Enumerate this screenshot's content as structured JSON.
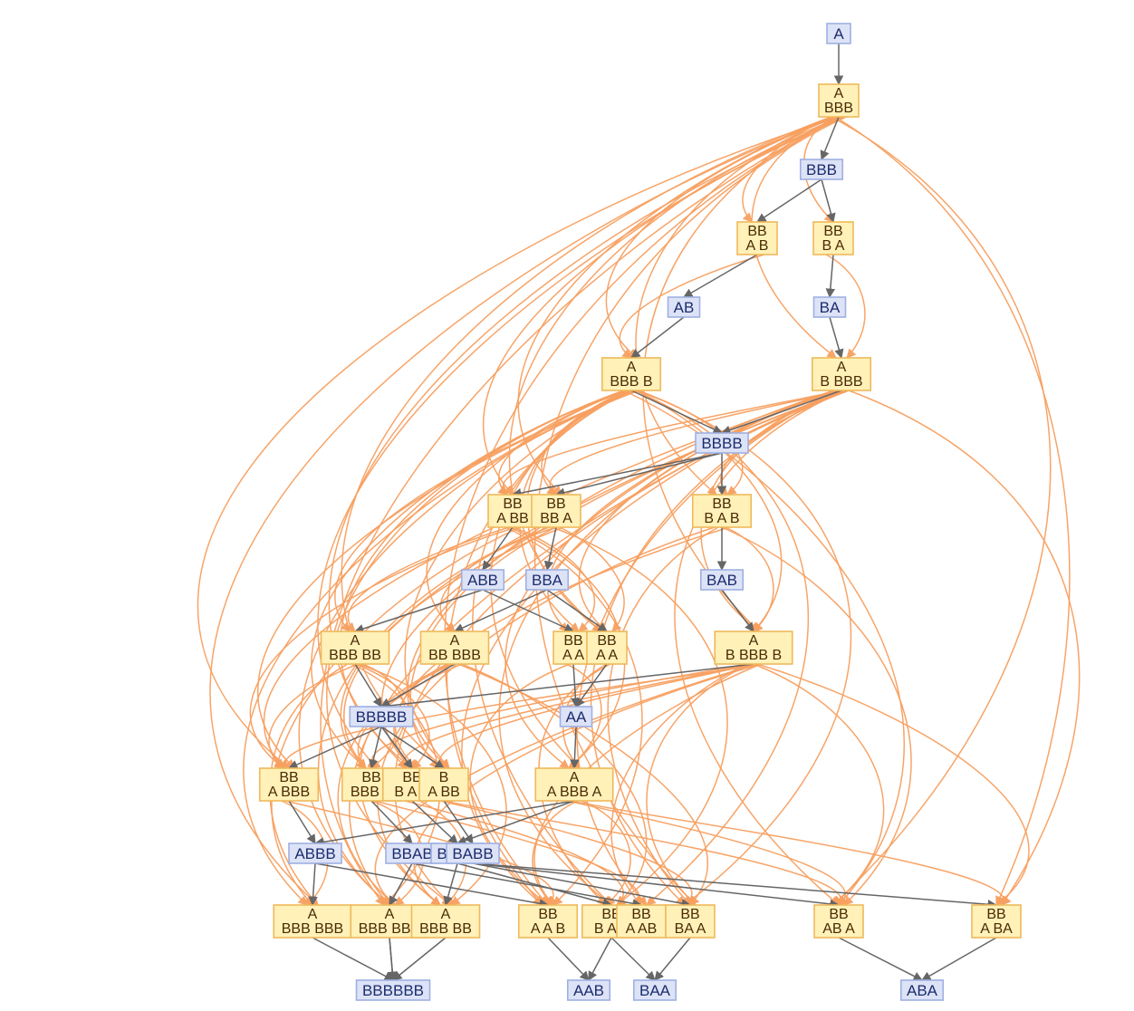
{
  "colors": {
    "state_fill": "#dde3f6",
    "state_stroke": "#9fb0e3",
    "state_text": "#1c2c6e",
    "event_fill": "#fff1b8",
    "event_stroke": "#efb95a",
    "event_text": "#4a2a05",
    "causal_edge": "#f7a060",
    "state_edge": "#666666"
  },
  "state_nodes": [
    {
      "id": "s_A",
      "label": "A"
    },
    {
      "id": "s_BBB",
      "label": "BBB"
    },
    {
      "id": "s_AB",
      "label": "AB"
    },
    {
      "id": "s_BA",
      "label": "BA"
    },
    {
      "id": "s_BBBB",
      "label": "BBBB"
    },
    {
      "id": "s_ABB",
      "label": "ABB"
    },
    {
      "id": "s_BBA",
      "label": "BBA"
    },
    {
      "id": "s_BAB",
      "label": "BAB"
    },
    {
      "id": "s_BBBBB",
      "label": "BBBBB"
    },
    {
      "id": "s_AA",
      "label": "AA"
    },
    {
      "id": "s_ABBB",
      "label": "ABBB"
    },
    {
      "id": "s_BBAB",
      "label": "BBAB"
    },
    {
      "id": "s_BBBA",
      "label": "BBBA"
    },
    {
      "id": "s_BABB",
      "label": "BABB"
    },
    {
      "id": "s_BBBBBB",
      "label": "BBBBBB"
    },
    {
      "id": "s_AAB",
      "label": "AAB"
    },
    {
      "id": "s_BAA",
      "label": "BAA"
    },
    {
      "id": "s_ABA",
      "label": "ABA"
    }
  ],
  "event_nodes": [
    {
      "id": "e1",
      "lines": [
        "A",
        "BBB"
      ]
    },
    {
      "id": "e2",
      "lines": [
        "BB",
        "A B"
      ]
    },
    {
      "id": "e3",
      "lines": [
        "BB",
        "B A"
      ]
    },
    {
      "id": "e4",
      "lines": [
        "A",
        "BBB B"
      ]
    },
    {
      "id": "e5",
      "lines": [
        "A",
        "B BBB"
      ]
    },
    {
      "id": "e6",
      "lines": [
        "BB",
        "A BB"
      ]
    },
    {
      "id": "e7",
      "lines": [
        "BB",
        "BB A"
      ]
    },
    {
      "id": "e8",
      "lines": [
        "BB",
        "B A B"
      ]
    },
    {
      "id": "e9",
      "lines": [
        "A",
        "BBB BB"
      ]
    },
    {
      "id": "e10",
      "lines": [
        "A",
        "BB BBB"
      ]
    },
    {
      "id": "e11",
      "lines": [
        "BB",
        "A A"
      ]
    },
    {
      "id": "e12",
      "lines": [
        "BB",
        "A A"
      ]
    },
    {
      "id": "e13",
      "lines": [
        "A",
        "B BBB B"
      ]
    },
    {
      "id": "e14",
      "lines": [
        "BB",
        "A BBB"
      ]
    },
    {
      "id": "e15",
      "lines": [
        "BB",
        "BBB A"
      ]
    },
    {
      "id": "e16",
      "lines": [
        "BB",
        "B A B"
      ]
    },
    {
      "id": "e17",
      "lines": [
        "B",
        "A BB"
      ]
    },
    {
      "id": "e18",
      "lines": [
        "A",
        "A BBB A"
      ]
    },
    {
      "id": "e19",
      "lines": [
        "A",
        "BBB BBB"
      ]
    },
    {
      "id": "e20",
      "lines": [
        "A",
        "BBB BBB"
      ]
    },
    {
      "id": "e21",
      "lines": [
        "A",
        "BBB BB"
      ]
    },
    {
      "id": "e22",
      "lines": [
        "BB",
        "A A B"
      ]
    },
    {
      "id": "e23",
      "lines": [
        "BB",
        "B A A"
      ]
    },
    {
      "id": "e24",
      "lines": [
        "BB",
        "A AB"
      ]
    },
    {
      "id": "e25",
      "lines": [
        "BB",
        "BA A"
      ]
    },
    {
      "id": "e26",
      "lines": [
        "BB",
        "AB A"
      ]
    },
    {
      "id": "e27",
      "lines": [
        "BB",
        "A BA"
      ]
    }
  ],
  "state_edges": [
    [
      "s_A",
      "e1"
    ],
    [
      "e1",
      "s_BBB"
    ],
    [
      "s_BBB",
      "e2"
    ],
    [
      "s_BBB",
      "e3"
    ],
    [
      "e2",
      "s_AB"
    ],
    [
      "e3",
      "s_BA"
    ],
    [
      "s_AB",
      "e4"
    ],
    [
      "s_BA",
      "e5"
    ],
    [
      "e4",
      "s_BBBB"
    ],
    [
      "e5",
      "s_BBBB"
    ],
    [
      "s_BBBB",
      "e6"
    ],
    [
      "s_BBBB",
      "e7"
    ],
    [
      "s_BBBB",
      "e8"
    ],
    [
      "e6",
      "s_ABB"
    ],
    [
      "e7",
      "s_BBA"
    ],
    [
      "e8",
      "s_BAB"
    ],
    [
      "s_ABB",
      "e9"
    ],
    [
      "s_ABB",
      "e11"
    ],
    [
      "s_BBA",
      "e10"
    ],
    [
      "s_BBA",
      "e12"
    ],
    [
      "s_BAB",
      "e13"
    ],
    [
      "e9",
      "s_BBBBB"
    ],
    [
      "e10",
      "s_BBBBB"
    ],
    [
      "e13",
      "s_BBBBB"
    ],
    [
      "e11",
      "s_AA"
    ],
    [
      "e12",
      "s_AA"
    ],
    [
      "s_BBBBB",
      "e14"
    ],
    [
      "s_BBBBB",
      "e15"
    ],
    [
      "s_BBBBB",
      "e16"
    ],
    [
      "s_BBBBB",
      "e17"
    ],
    [
      "s_AA",
      "e18"
    ],
    [
      "e14",
      "s_ABBB"
    ],
    [
      "e15",
      "s_BBAB"
    ],
    [
      "e16",
      "s_BBBA"
    ],
    [
      "e17",
      "s_BABB"
    ],
    [
      "e18",
      "s_ABBB"
    ],
    [
      "e18",
      "s_BBBA"
    ],
    [
      "s_ABBB",
      "e19"
    ],
    [
      "s_ABBB",
      "e22"
    ],
    [
      "s_BBAB",
      "e20"
    ],
    [
      "s_BBAB",
      "e24"
    ],
    [
      "s_BBBA",
      "e21"
    ],
    [
      "s_BBBA",
      "e23"
    ],
    [
      "s_BABB",
      "e26"
    ],
    [
      "s_BABB",
      "e27"
    ],
    [
      "s_BABB",
      "e25"
    ],
    [
      "e19",
      "s_BBBBBB"
    ],
    [
      "e20",
      "s_BBBBBB"
    ],
    [
      "e21",
      "s_BBBBBB"
    ],
    [
      "e20",
      "s_BBBBBB"
    ],
    [
      "e22",
      "s_AAB"
    ],
    [
      "e23",
      "s_AAB"
    ],
    [
      "e23",
      "s_BAA"
    ],
    [
      "e25",
      "s_BAA"
    ],
    [
      "e26",
      "s_ABA"
    ],
    [
      "e27",
      "s_ABA"
    ]
  ],
  "causal_edges": [
    [
      "e1",
      "e2"
    ],
    [
      "e1",
      "e3"
    ],
    [
      "e1",
      "e4"
    ],
    [
      "e1",
      "e5"
    ],
    [
      "e1",
      "e6"
    ],
    [
      "e1",
      "e7"
    ],
    [
      "e1",
      "e8"
    ],
    [
      "e1",
      "e14"
    ],
    [
      "e1",
      "e15"
    ],
    [
      "e1",
      "e16"
    ],
    [
      "e1",
      "e17"
    ],
    [
      "e1",
      "e19"
    ],
    [
      "e1",
      "e20"
    ],
    [
      "e1",
      "e22"
    ],
    [
      "e1",
      "e25"
    ],
    [
      "e1",
      "e26"
    ],
    [
      "e1",
      "e27"
    ],
    [
      "e1",
      "e13"
    ],
    [
      "e1",
      "e12"
    ],
    [
      "e2",
      "e4"
    ],
    [
      "e3",
      "e5"
    ],
    [
      "e4",
      "e6"
    ],
    [
      "e4",
      "e7"
    ],
    [
      "e4",
      "e8"
    ],
    [
      "e4",
      "e9"
    ],
    [
      "e4",
      "e10"
    ],
    [
      "e4",
      "e11"
    ],
    [
      "e4",
      "e12"
    ],
    [
      "e4",
      "e13"
    ],
    [
      "e4",
      "e14"
    ],
    [
      "e4",
      "e15"
    ],
    [
      "e4",
      "e16"
    ],
    [
      "e4",
      "e17"
    ],
    [
      "e4",
      "e19"
    ],
    [
      "e4",
      "e20"
    ],
    [
      "e4",
      "e21"
    ],
    [
      "e4",
      "e22"
    ],
    [
      "e4",
      "e23"
    ],
    [
      "e4",
      "e24"
    ],
    [
      "e4",
      "e25"
    ],
    [
      "e4",
      "e26"
    ],
    [
      "e4",
      "e18"
    ],
    [
      "e5",
      "e6"
    ],
    [
      "e5",
      "e7"
    ],
    [
      "e5",
      "e8"
    ],
    [
      "e5",
      "e11"
    ],
    [
      "e5",
      "e12"
    ],
    [
      "e5",
      "e13"
    ],
    [
      "e5",
      "e15"
    ],
    [
      "e5",
      "e16"
    ],
    [
      "e5",
      "e17"
    ],
    [
      "e5",
      "e18"
    ],
    [
      "e5",
      "e20"
    ],
    [
      "e5",
      "e21"
    ],
    [
      "e5",
      "e22"
    ],
    [
      "e5",
      "e23"
    ],
    [
      "e5",
      "e24"
    ],
    [
      "e5",
      "e25"
    ],
    [
      "e5",
      "e26"
    ],
    [
      "e5",
      "e27"
    ],
    [
      "e5",
      "e14"
    ],
    [
      "e6",
      "e9"
    ],
    [
      "e6",
      "e11"
    ],
    [
      "e6",
      "e14"
    ],
    [
      "e6",
      "e19"
    ],
    [
      "e6",
      "e22"
    ],
    [
      "e6",
      "e18"
    ],
    [
      "e7",
      "e10"
    ],
    [
      "e7",
      "e12"
    ],
    [
      "e7",
      "e15"
    ],
    [
      "e7",
      "e20"
    ],
    [
      "e7",
      "e23"
    ],
    [
      "e7",
      "e17"
    ],
    [
      "e8",
      "e13"
    ],
    [
      "e8",
      "e16"
    ],
    [
      "e8",
      "e21"
    ],
    [
      "e8",
      "e25"
    ],
    [
      "e8",
      "e26"
    ],
    [
      "e9",
      "e14"
    ],
    [
      "e9",
      "e15"
    ],
    [
      "e9",
      "e19"
    ],
    [
      "e9",
      "e20"
    ],
    [
      "e9",
      "e16"
    ],
    [
      "e9",
      "e21"
    ],
    [
      "e10",
      "e15"
    ],
    [
      "e10",
      "e16"
    ],
    [
      "e10",
      "e20"
    ],
    [
      "e10",
      "e21"
    ],
    [
      "e10",
      "e25"
    ],
    [
      "e10",
      "e23"
    ],
    [
      "e11",
      "e18"
    ],
    [
      "e11",
      "e22"
    ],
    [
      "e12",
      "e18"
    ],
    [
      "e12",
      "e23"
    ],
    [
      "e13",
      "e14"
    ],
    [
      "e13",
      "e15"
    ],
    [
      "e13",
      "e16"
    ],
    [
      "e13",
      "e17"
    ],
    [
      "e13",
      "e20"
    ],
    [
      "e13",
      "e21"
    ],
    [
      "e13",
      "e24"
    ],
    [
      "e13",
      "e25"
    ],
    [
      "e13",
      "e26"
    ],
    [
      "e13",
      "e27"
    ],
    [
      "e13",
      "e22"
    ],
    [
      "e14",
      "e19"
    ],
    [
      "e14",
      "e22"
    ],
    [
      "e15",
      "e20"
    ],
    [
      "e15",
      "e24"
    ],
    [
      "e16",
      "e21"
    ],
    [
      "e16",
      "e23"
    ],
    [
      "e17",
      "e25"
    ],
    [
      "e17",
      "e26"
    ],
    [
      "e18",
      "e22"
    ],
    [
      "e18",
      "e23"
    ],
    [
      "e18",
      "e26"
    ],
    [
      "e18",
      "e27"
    ]
  ]
}
